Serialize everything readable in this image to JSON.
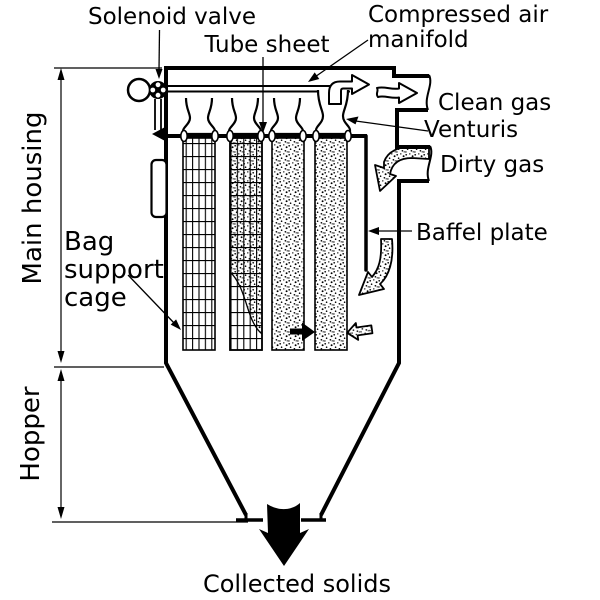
{
  "diagram_title": "Pulse-jet baghouse dust collector diagram",
  "colors": {
    "ink": "#000000",
    "background": "#ffffff"
  },
  "labels": {
    "solenoid_valve": "Solenoid valve",
    "tube_sheet": "Tube sheet",
    "compressed_air_line1": "Compressed air",
    "compressed_air_line2": "manifold",
    "clean_gas": "Clean gas",
    "venturis": "Venturis",
    "dirty_gas": "Dirty gas",
    "baffel_plate": "Baffel plate",
    "bag_support_line1": "Bag",
    "bag_support_line2": "support",
    "bag_support_line3": "cage",
    "main_housing": "Main housing",
    "hopper": "Hopper",
    "collected_solids": "Collected solids"
  },
  "icons": [
    "solenoid-valve-icon",
    "clean-gas-flow-arrow",
    "dirty-gas-flow-arrow",
    "collected-solids-arrow"
  ]
}
